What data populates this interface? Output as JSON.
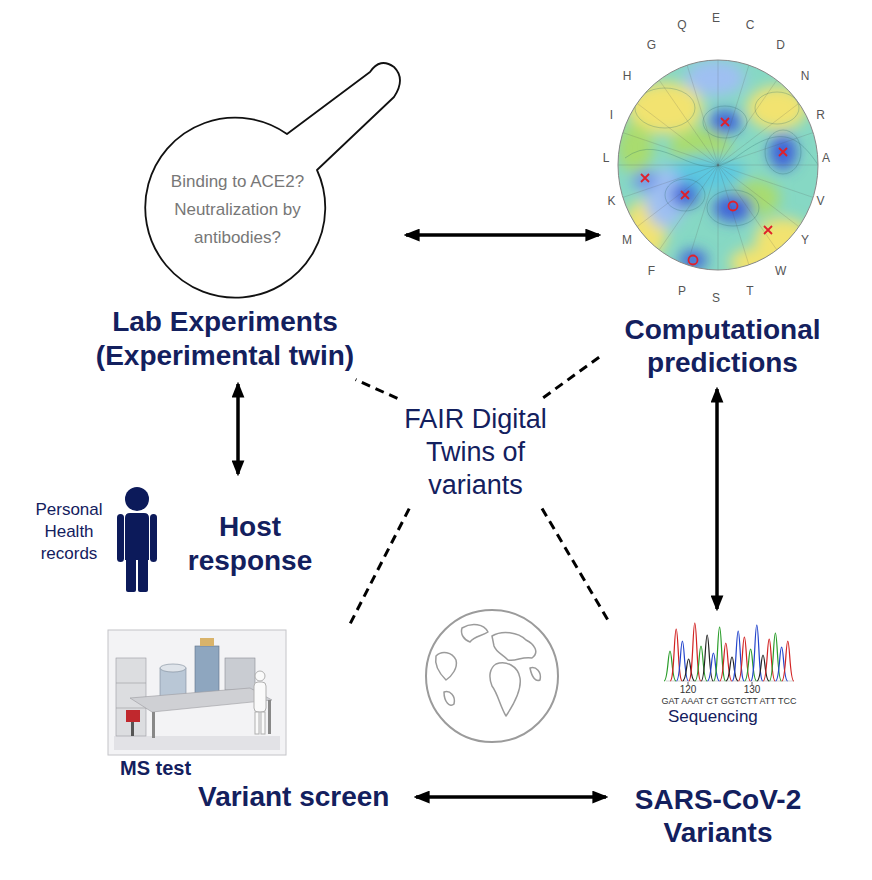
{
  "diagram": {
    "nodes": [
      {
        "text": [
          "Binding to ACE2? Neutralization by antibodies?",
          "Lab Experiments (Experimental twin)"
        ]
      },
      {
        "text": [
          "Computational predictions"
        ]
      },
      {
        "text": [
          "FAIR Digital Twins of variants"
        ]
      },
      {
        "text": [
          "Personal Health records",
          "Host response"
        ]
      },
      {
        "text": [
          "MS test",
          "Variant screen"
        ]
      },
      {
        "text": [
          "Sequencing",
          "SARS-CoV-2 Variants"
        ]
      }
    ],
    "edges": [
      {
        "from": 0,
        "to": 1,
        "arrow": "both"
      },
      {
        "from": 2,
        "to": 0,
        "arrow": "none"
      },
      {
        "from": 2,
        "to": 1,
        "arrow": "none"
      },
      {
        "from": 1,
        "to": 5,
        "arrow": "both"
      },
      {
        "from": 0,
        "to": 3,
        "arrow": "both"
      },
      {
        "from": 2,
        "to": 4,
        "arrow": "none"
      },
      {
        "from": 2,
        "to": 5,
        "arrow": "none"
      },
      {
        "from": 4,
        "to": 5,
        "arrow": "both"
      }
    ],
    "labels": [
      "E",
      "C",
      "D",
      "N",
      "R",
      "A",
      "V",
      "Y",
      "W",
      "T",
      "S",
      "P",
      "F",
      "M",
      "K",
      "L",
      "I",
      "H",
      "G",
      "Q",
      "120",
      "130",
      "GAT AAAT CT GGTCTT ATT TCC"
    ]
  }
}
